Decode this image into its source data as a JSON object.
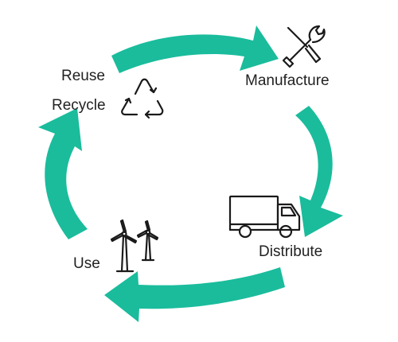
{
  "diagram": {
    "accent_color": "#1abc9c",
    "stages": [
      {
        "label": "Manufacture",
        "icon": "tools-icon"
      },
      {
        "label": "Distribute",
        "icon": "truck-icon"
      },
      {
        "label": "Use",
        "icon": "wind-turbine-icon"
      },
      {
        "label": "Reuse",
        "icon": "recycle-icon"
      },
      {
        "label": "Recycle",
        "icon": "recycle-icon"
      }
    ],
    "flow": [
      "Manufacture",
      "Distribute",
      "Use",
      "Reuse",
      "Recycle",
      "Manufacture"
    ]
  }
}
